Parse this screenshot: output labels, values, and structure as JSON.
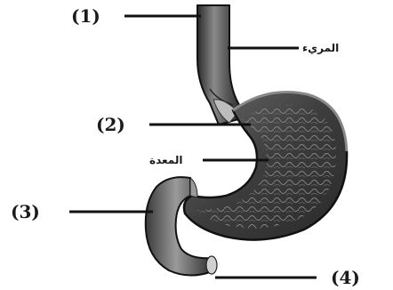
{
  "labels": {
    "n1": "(1)",
    "n2": "(2)",
    "n3": "(3)",
    "n4": "(4)",
    "esophagus": "المريء",
    "stomach": "المعدة"
  },
  "colors": {
    "ink": "#111111",
    "organ_dark": "#3a3a3a",
    "organ_mid": "#7a7a7a",
    "organ_light": "#c8c8c8"
  }
}
